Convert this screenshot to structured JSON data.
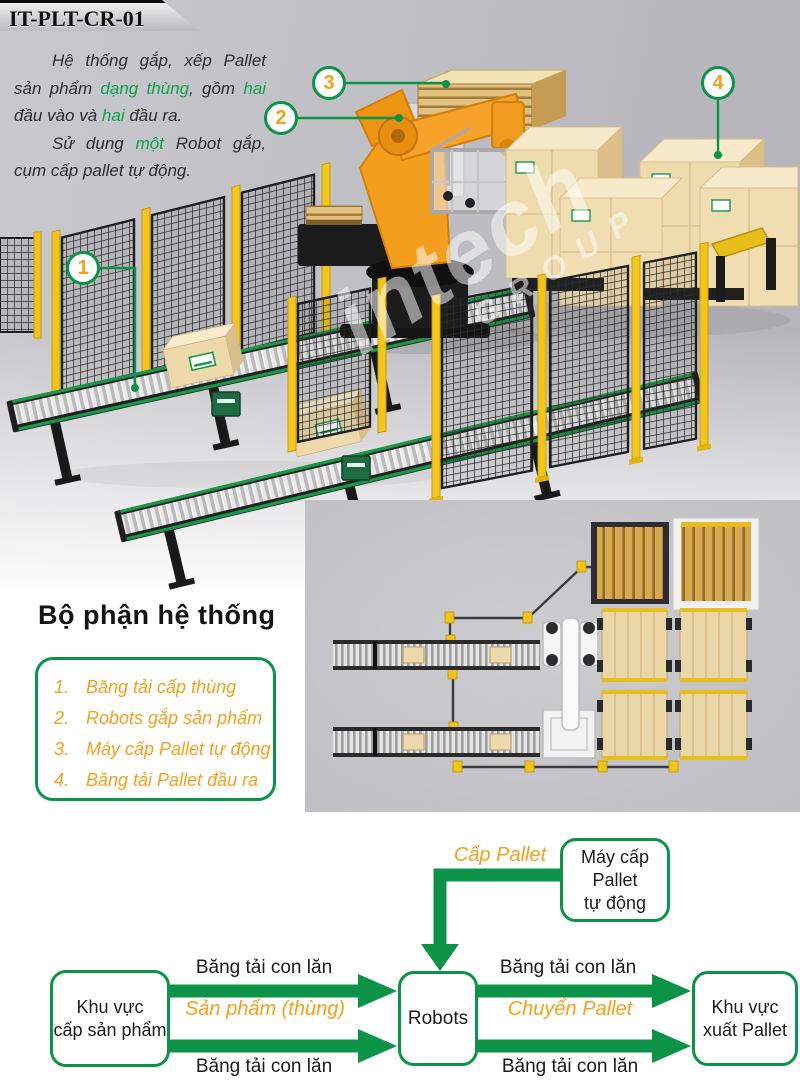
{
  "badge": {
    "text": "IT-PLT-CR-01"
  },
  "colors": {
    "accent_green": "#0d9348",
    "accent_orange": "#f7a01b",
    "text_green": "#0fa14f"
  },
  "intro": {
    "p1": [
      {
        "t": "Hệ thống gắp, xếp Pallet sản phẩm "
      },
      {
        "t": "dạng thùng"
      },
      {
        "t": ", gồm "
      },
      {
        "t": "hai"
      },
      {
        "t": " đầu vào và "
      },
      {
        "t": "hai"
      },
      {
        "t": " đầu ra."
      }
    ],
    "p2": [
      {
        "t": "Sử dụng "
      },
      {
        "t": "một"
      },
      {
        "t": " Robot gắp, cụm cấp pallet tự động."
      }
    ]
  },
  "callouts": [
    {
      "num": "1"
    },
    {
      "num": "2"
    },
    {
      "num": "3"
    },
    {
      "num": "4"
    }
  ],
  "watermark": {
    "brand": "intech",
    "group": "GROUP"
  },
  "system": {
    "heading": "Bộ phận hệ thống",
    "components": [
      {
        "num": "1.",
        "label": "Băng tải cấp thùng"
      },
      {
        "num": "2.",
        "label": "Robots gắp sản phẩm"
      },
      {
        "num": "3.",
        "label": "Máy cấp Pallet tự động"
      },
      {
        "num": "4.",
        "label": "Băng tải Pallet đầu ra"
      }
    ]
  },
  "flow": {
    "boxes": {
      "supply": {
        "line1": "Khu vực",
        "line2": "cấp sản phẩm"
      },
      "robots": {
        "label": "Robots"
      },
      "output": {
        "line1": "Khu vực",
        "line2": "xuất Pallet"
      },
      "dispenser": {
        "line1": "Máy cấp",
        "line2": "Pallet",
        "line3": "tự động"
      }
    },
    "labels": {
      "cap_pallet": "Cấp Pallet",
      "conveyor_top_left": "Băng tải con lăn",
      "conveyor_bottom_left": "Băng tải con lăn",
      "conveyor_top_right": "Băng tải con lăn",
      "conveyor_bottom_right": "Băng tải con lăn",
      "san_pham": "Sản phẩm (thùng)",
      "chuyen_pallet": "Chuyển Pallet"
    }
  }
}
